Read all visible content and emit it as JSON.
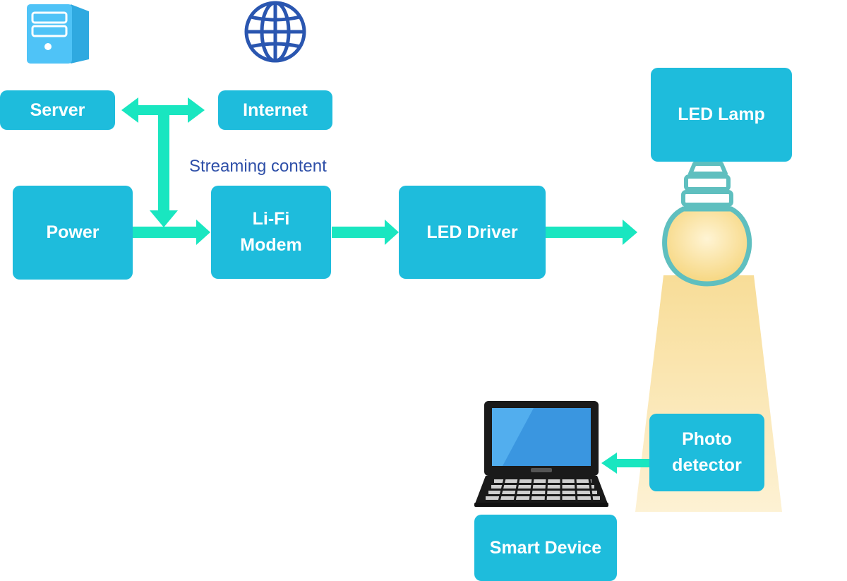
{
  "boxes": {
    "server": "Server",
    "internet": "Internet",
    "power": "Power",
    "lifi_modem": "Li-Fi\nModem",
    "led_driver": "LED Driver",
    "led_lamp": "LED Lamp",
    "photo_detector": "Photo\ndetector",
    "smart_device": "Smart Device"
  },
  "caption": "Streaming content",
  "icons": [
    "server-icon",
    "globe-icon",
    "light-bulb-icon",
    "laptop-icon"
  ],
  "colors": {
    "box": "#1EBCDC",
    "arrow": "#19E6C0",
    "light_beam": "#FBE7B6",
    "bulb_outline": "#5FBFBF",
    "globe": "#2A56B0",
    "server_icon": "#4FC3F7",
    "caption_text": "#2E4FA8"
  }
}
